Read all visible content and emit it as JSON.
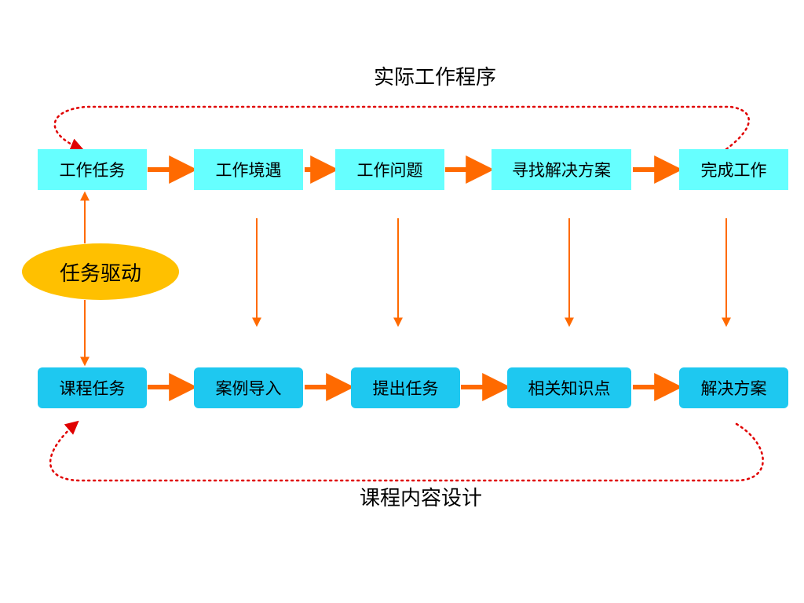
{
  "top_label": "实际工作程序",
  "bottom_label": "课程内容设计",
  "center_label": "任务驱动",
  "work_row": [
    "工作任务",
    "工作境遇",
    "工作问题",
    "寻找解决方案",
    "完成工作"
  ],
  "course_row": [
    "课程任务",
    "案例导入",
    "提出任务",
    "相关知识点",
    "解决方案"
  ],
  "colors": {
    "work_box": "#66ffff",
    "course_box": "#1ec8f0",
    "arrow": "#ff6a00",
    "dotted_loop": "#e00000",
    "ellipse": "#ffc000"
  }
}
